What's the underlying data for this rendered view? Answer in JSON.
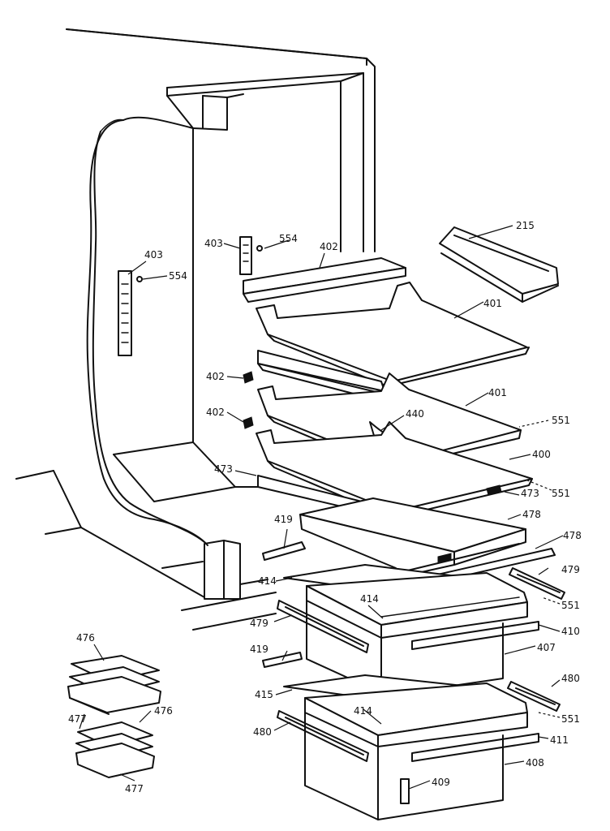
{
  "diagram": {
    "callouts": [
      {
        "id": "c215",
        "text": "215"
      },
      {
        "id": "c401a",
        "text": "401"
      },
      {
        "id": "c401b",
        "text": "401"
      },
      {
        "id": "c400",
        "text": "400"
      },
      {
        "id": "c402a",
        "text": "402"
      },
      {
        "id": "c402b",
        "text": "402"
      },
      {
        "id": "c402c",
        "text": "402"
      },
      {
        "id": "c403a",
        "text": "403"
      },
      {
        "id": "c403b",
        "text": "403"
      },
      {
        "id": "c554a",
        "text": "554"
      },
      {
        "id": "c554b",
        "text": "554"
      },
      {
        "id": "c440",
        "text": "440"
      },
      {
        "id": "c551a",
        "text": "551"
      },
      {
        "id": "c551b",
        "text": "551"
      },
      {
        "id": "c551c",
        "text": "551"
      },
      {
        "id": "c551d",
        "text": "551"
      },
      {
        "id": "c473a",
        "text": "473"
      },
      {
        "id": "c473b",
        "text": "473"
      },
      {
        "id": "c478a",
        "text": "478"
      },
      {
        "id": "c478b",
        "text": "478"
      },
      {
        "id": "c479a",
        "text": "479"
      },
      {
        "id": "c479b",
        "text": "479"
      },
      {
        "id": "c419a",
        "text": "419"
      },
      {
        "id": "c419b",
        "text": "419"
      },
      {
        "id": "c414a",
        "text": "414"
      },
      {
        "id": "c414b",
        "text": "414"
      },
      {
        "id": "c414c",
        "text": "414"
      },
      {
        "id": "c410",
        "text": "410"
      },
      {
        "id": "c407",
        "text": "407"
      },
      {
        "id": "c415",
        "text": "415"
      },
      {
        "id": "c480a",
        "text": "480"
      },
      {
        "id": "c480b",
        "text": "480"
      },
      {
        "id": "c411",
        "text": "411"
      },
      {
        "id": "c408",
        "text": "408"
      },
      {
        "id": "c409",
        "text": "409"
      },
      {
        "id": "c476a",
        "text": "476"
      },
      {
        "id": "c476b",
        "text": "476"
      },
      {
        "id": "c477a",
        "text": "477"
      },
      {
        "id": "c477b",
        "text": "477"
      }
    ]
  }
}
